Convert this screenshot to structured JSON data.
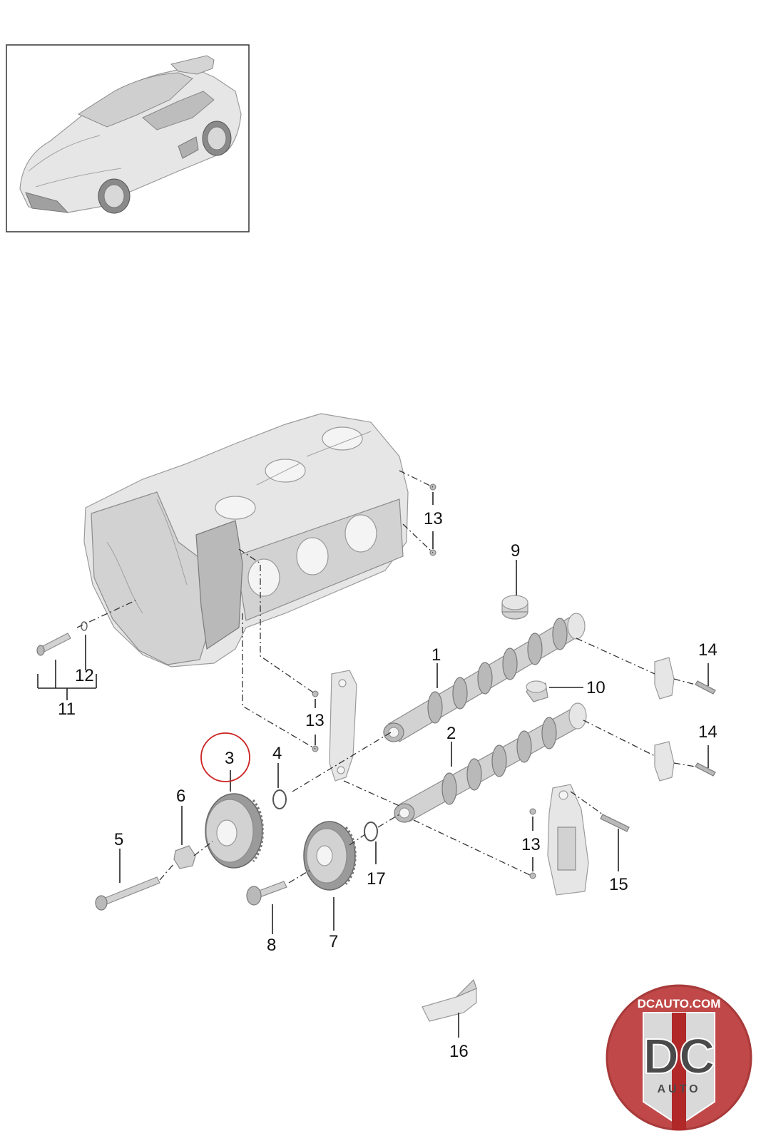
{
  "diagram": {
    "callouts": [
      {
        "label": "1"
      },
      {
        "label": "2"
      },
      {
        "label": "3"
      },
      {
        "label": "4"
      },
      {
        "label": "5"
      },
      {
        "label": "6"
      },
      {
        "label": "7"
      },
      {
        "label": "8"
      },
      {
        "label": "9"
      },
      {
        "label": "10"
      },
      {
        "label": "11"
      },
      {
        "label": "12"
      },
      {
        "label": "13"
      },
      {
        "label": "13"
      },
      {
        "label": "13"
      },
      {
        "label": "14"
      },
      {
        "label": "14"
      },
      {
        "label": "15"
      },
      {
        "label": "16"
      },
      {
        "label": "17"
      }
    ],
    "highlighted_callout": "3",
    "highlight_color": "#cc2222"
  },
  "logo": {
    "top_text": "DCAUTO.COM",
    "letters": "DC",
    "bottom_text": "AUTO",
    "colors": {
      "badge": "#c04848",
      "letters": "#4a4a4a",
      "stripe": "#b02828"
    }
  }
}
